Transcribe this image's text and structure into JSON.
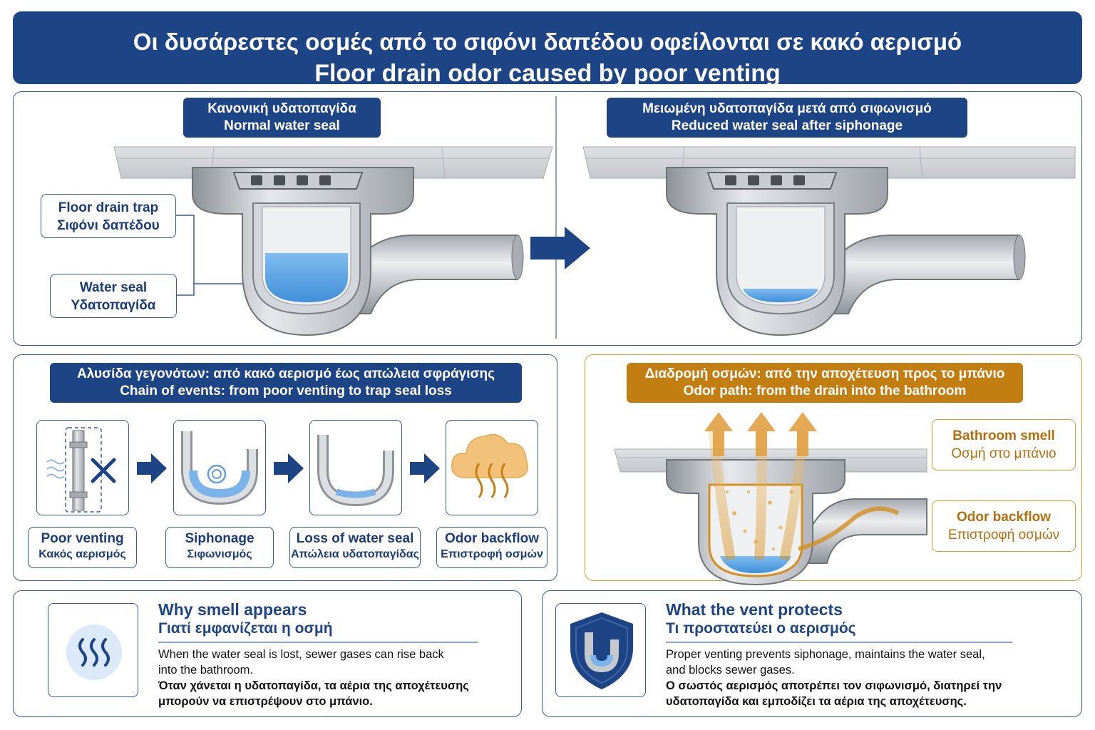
{
  "header": {
    "title_gr": "Οι δυσάρεστες οσμές από το σιφόνι δαπέδου οφείλονται σε κακό αερισμό",
    "title_en": "Floor drain odor caused by poor venting"
  },
  "top": {
    "normal_gr": "Κανονική υδατοπαγίδα",
    "normal_en": "Normal water seal",
    "reduced_gr": "Μειωμένη υδατοπαγίδα μετά από σιφωνισμό",
    "reduced_en": "Reduced water seal after siphonage",
    "trap_en": "Floor drain trap",
    "trap_gr": "Σιφόνι δαπέδου",
    "seal_en": "Water seal",
    "seal_gr": "Υδατοπαγίδα"
  },
  "chain": {
    "title_gr": "Αλυσίδα γεγονότων: από κακό αερισμό έως απώλεια σφράγισης",
    "title_en": "Chain of events: from poor venting to trap seal loss",
    "steps": [
      {
        "en": "Poor venting",
        "gr": "Κακός αερισμός",
        "icon": "blocked-vent-icon"
      },
      {
        "en": "Siphonage",
        "gr": "Σιφωνισμός",
        "icon": "siphon-icon"
      },
      {
        "en": "Loss of water seal",
        "gr": "Απώλεια υδατοπαγίδας",
        "icon": "low-water-trap-icon"
      },
      {
        "en": "Odor backflow",
        "gr": "Επιστροφή οσμών",
        "icon": "odor-cloud-icon"
      }
    ]
  },
  "odor": {
    "title_gr": "Διαδρομή οσμών: από την αποχέτευση προς το μπάνιο",
    "title_en": "Odor path: from the drain into the bathroom",
    "smell_en": "Bathroom smell",
    "smell_gr": "Οσμή στο μπάνιο",
    "backflow_en": "Odor backflow",
    "backflow_gr": "Επιστροφή οσμών"
  },
  "why": {
    "title_en": "Why smell appears",
    "title_gr": "Γιατί εμφανίζεται η οσμή",
    "body_en_1": "When the water seal is lost, sewer gases can rise back",
    "body_en_2": "into the bathroom.",
    "body_gr_1": "Όταν χάνεται η υδατοπαγίδα, τα αέρια της αποχέτευσης",
    "body_gr_2": "μπορούν να επιστρέψουν στο μπάνιο.",
    "icon": "odor-waves-icon"
  },
  "vent": {
    "title_en": "What the vent protects",
    "title_gr": "Τι προστατεύει ο αερισμός",
    "body_en_1": "Proper venting prevents siphonage, maintains the water seal,",
    "body_en_2": "and blocks sewer gases.",
    "body_gr_1": "Ο σωστός αερισμός αποτρέπει τον σιφωνισμό, διατηρεί την",
    "body_gr_2": "υδατοπαγίδα και εμποδίζει τα αέρια της αποχέτευσης.",
    "icon": "shield-trap-icon"
  },
  "colors": {
    "navy": "#1d4485",
    "amber": "#c27e11",
    "water": "#5fa6e6",
    "pipe": "#b8bcc2"
  }
}
